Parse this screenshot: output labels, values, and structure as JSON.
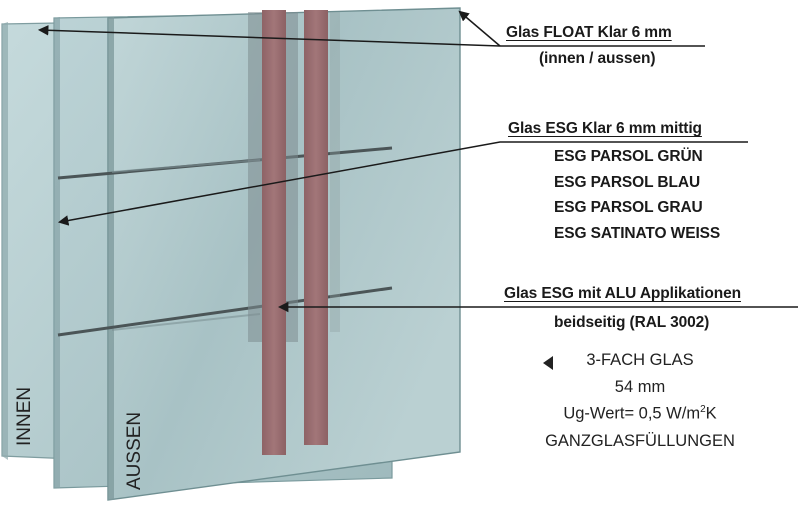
{
  "callouts": {
    "float_title": "Glas FLOAT Klar 6 mm",
    "float_sub": "(innen / aussen)",
    "esg_title": "Glas ESG Klar 6 mm mittig",
    "esg_options": [
      "ESG PARSOL GRÜN",
      "ESG PARSOL BLAU",
      "ESG PARSOL GRAU",
      "ESG SATINATO WEISS"
    ],
    "alu_title": "Glas ESG mit ALU Applikationen",
    "alu_sub": "beidseitig (RAL 3002)"
  },
  "info": {
    "line1": "3-FACH GLAS",
    "line2": "54 mm",
    "line3_prefix": "Ug-Wert= 0,5 W/m",
    "line3_sup": "2",
    "line3_suffix": "K",
    "line4": "GANZGLASFÜLLUNGEN"
  },
  "side_labels": {
    "inner": "INNEN",
    "outer": "AUSSEN"
  },
  "colors": {
    "glass_pane": "#a9c3c6",
    "glass_front": "#b3cccf",
    "glass_edge": "#6f8f92",
    "alu_stripe": "#9a6d70",
    "arrow": "#1a1a1a"
  }
}
